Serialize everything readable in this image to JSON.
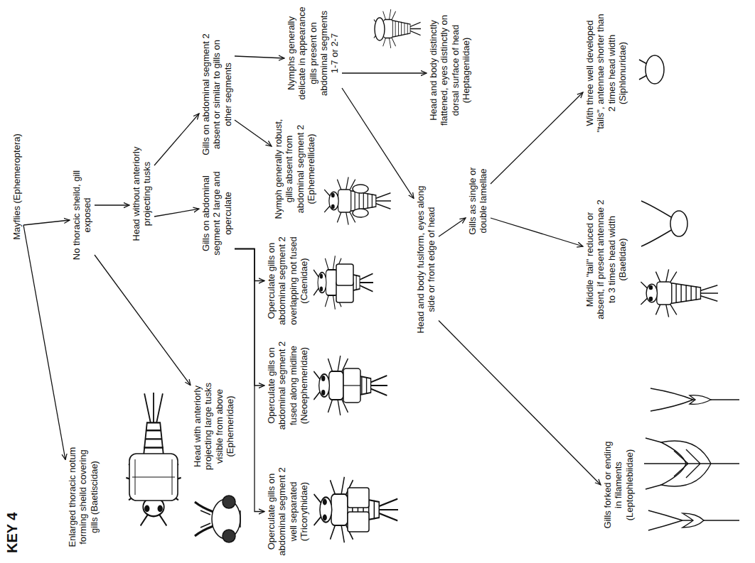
{
  "diagram": {
    "title": "KEY 4",
    "nodes": [
      {
        "text": [
          "Mayflies (Ephemeroptera)"
        ]
      },
      {
        "text": [
          "Enlarged thoracic notum forming sheild covering gills (Baetiscidae)"
        ]
      },
      {
        "text": [
          "No thoracic sheild, gill exposed"
        ]
      },
      {
        "text": [
          "Head with anteriorly projecting large tusks visible from above (Ephemeridae)"
        ]
      },
      {
        "text": [
          "Head without anteriorly projecting tusks"
        ]
      },
      {
        "text": [
          "Gills on abdominal segment 2 absent or similar to gills on other segments"
        ]
      },
      {
        "text": [
          "Gills on abdominal segment 2 large and operculate"
        ]
      },
      {
        "text": [
          "Nymphs generally delicate in appearance gills present on abdominal segments 1-7 or 2-7"
        ]
      },
      {
        "text": [
          "Nymph generally robust, gills absent from abdominal segment 2 (Ephemerellidae)"
        ]
      },
      {
        "text": [
          "Operculate gills on abdominal segment 2 well separated (Tricorythidae)"
        ]
      },
      {
        "text": [
          "Operculate gills on abdominal segment 2 fused along midline (Neoephemeridae)"
        ]
      },
      {
        "text": [
          "Operculate gills on abdominal segment 2 overlapping not fused (Caenidae)"
        ]
      },
      {
        "text": [
          "Head and body distinctly flattened, eyes distinctly on dorsal surface of head (Heptageniidae)"
        ]
      },
      {
        "text": [
          "Head and body fusiform, eyes along side or front edge of head"
        ]
      },
      {
        "text": [
          "Gills forked or ending in filaments (Leptophlebiidae)"
        ]
      },
      {
        "text": [
          "Gills as single or double lamellae"
        ]
      },
      {
        "text": [
          "Middle \"tail\" reduced or absent, if present antennae 2 to 3 times head width (Baetidae)"
        ]
      },
      {
        "text": [
          "With three well developed \"tails\", antennae shorter than 2 times head width (Siphlonuridae)"
        ]
      }
    ],
    "edges": [
      {
        "from": 0,
        "to": 1,
        "arrow": "to"
      },
      {
        "from": 0,
        "to": 2,
        "arrow": "to"
      },
      {
        "from": 2,
        "to": 3,
        "arrow": "to"
      },
      {
        "from": 2,
        "to": 4,
        "arrow": "to"
      },
      {
        "from": 4,
        "to": 5,
        "arrow": "to"
      },
      {
        "from": 4,
        "to": 6,
        "arrow": "to"
      },
      {
        "from": 5,
        "to": 7,
        "arrow": "to"
      },
      {
        "from": 5,
        "to": 8,
        "arrow": "to"
      },
      {
        "from": 6,
        "to": 9,
        "arrow": "to"
      },
      {
        "from": 6,
        "to": 10,
        "arrow": "to"
      },
      {
        "from": 6,
        "to": 11,
        "arrow": "to"
      },
      {
        "from": 7,
        "to": 12,
        "arrow": "to"
      },
      {
        "from": 7,
        "to": 13,
        "arrow": "to"
      },
      {
        "from": 13,
        "to": 14,
        "arrow": "to"
      },
      {
        "from": 13,
        "to": 15,
        "arrow": "to"
      },
      {
        "from": 15,
        "to": 16,
        "arrow": "to"
      },
      {
        "from": 15,
        "to": 17,
        "arrow": "to"
      }
    ]
  }
}
